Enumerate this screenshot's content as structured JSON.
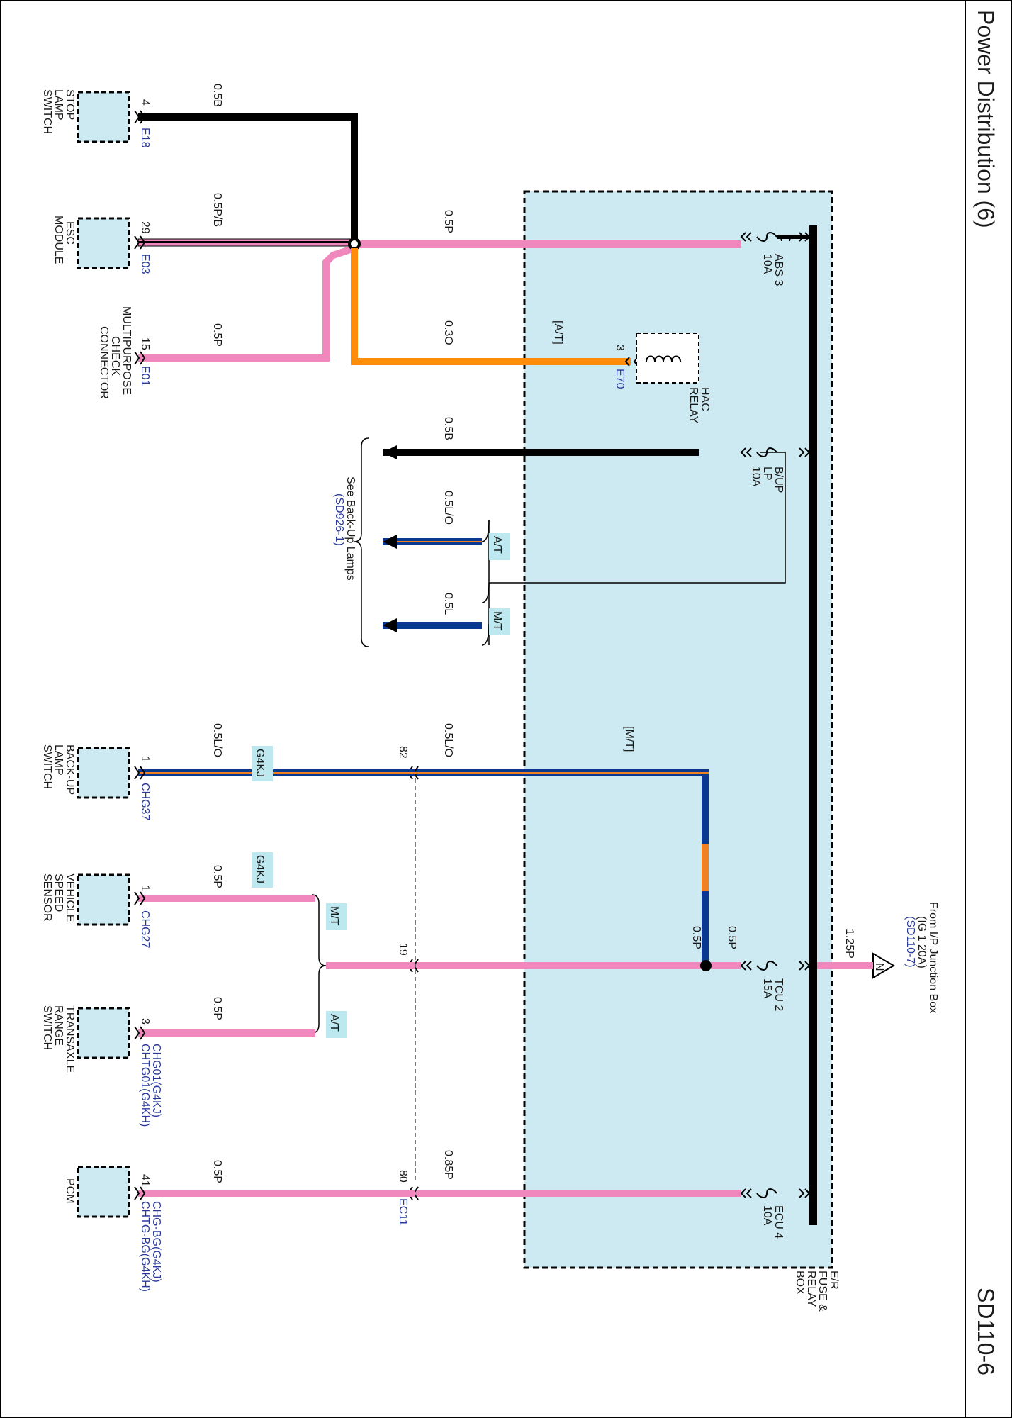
{
  "header": {
    "title": "Power Distribution (6)",
    "page_code": "SD110-6"
  },
  "fuse_box": {
    "label_lines": [
      "E/R",
      "FUSE &",
      "RELAY",
      "BOX"
    ],
    "fuses": [
      {
        "id": "abs3",
        "name": "ABS 3",
        "rating": "10A"
      },
      {
        "id": "bup",
        "name_lines": [
          "B/UP",
          "LP"
        ],
        "rating": "10A"
      },
      {
        "id": "tcu2",
        "name": "TCU 2",
        "rating": "15A"
      },
      {
        "id": "ecu4",
        "name": "ECU 4",
        "rating": "10A"
      }
    ],
    "hac_relay": {
      "name_lines": [
        "HAC",
        "RELAY"
      ],
      "pin": "3",
      "connector": "E70"
    }
  },
  "source": {
    "triangle_letter": "N",
    "lines": [
      "From I/P Junction Box",
      "(IG 1 20A)",
      "(SD110-7)"
    ],
    "wire": "1.25P"
  },
  "components": [
    {
      "id": "stop-lamp-switch",
      "name_lines": [
        "STOP",
        "LAMP",
        "SWITCH"
      ],
      "pin": "4",
      "connectors": [
        "E18"
      ],
      "wire": "0.5B"
    },
    {
      "id": "esc-module",
      "name_lines": [
        "ESC",
        "MODULE"
      ],
      "pin": "29",
      "connectors": [
        "E03"
      ],
      "wire": "0.5P/B"
    },
    {
      "id": "multipurpose-check-connector",
      "name_lines": [
        "MULTIPURPOSE",
        "CHECK",
        "CONNECTOR"
      ],
      "pin": "15",
      "connectors": [
        "E01"
      ],
      "wire": "0.5P"
    },
    {
      "id": "backup-lamp-switch",
      "name_lines": [
        "BACK-UP",
        "LAMP",
        "SWITCH"
      ],
      "pin": "1",
      "connectors": [
        "CHG37"
      ],
      "wire": "0.5L/O"
    },
    {
      "id": "vehicle-speed-sensor",
      "name_lines": [
        "VEHICLE",
        "SPEED",
        "SENSOR"
      ],
      "pin": "1",
      "connectors": [
        "CHG27"
      ],
      "wire": "0.5P"
    },
    {
      "id": "transaxle-range-switch",
      "name_lines": [
        "TRANSAXLE",
        "RANGE",
        "SWITCH"
      ],
      "pin": "3",
      "connectors": [
        "CHG01(G4KJ)",
        "CHTG01(G4KH)"
      ],
      "wire": "0.5P"
    },
    {
      "id": "pcm",
      "name_lines": [
        "PCM"
      ],
      "pin": "41",
      "connectors": [
        "CHG-BG(G4KJ)",
        "CHTG-BG(G4KH)"
      ],
      "wire": "0.5P"
    }
  ],
  "wires": {
    "abs_main": "0.5P",
    "hac": "0.3O",
    "bup": "0.5B",
    "at_lamp": "0.5L/O",
    "mt_lamp": "0.5L",
    "backup_fuse_side": "0.5L/O",
    "tcu_out_a": "0.5P",
    "tcu_out_b": "0.5P",
    "ecu_out": "0.85P"
  },
  "options": {
    "at": "A/T",
    "mt": "M/T",
    "at_bracket": "[A/T]",
    "mt_bracket": "[M/T]",
    "engine": "G4KJ"
  },
  "inline_connector": {
    "name": "EC11",
    "pins": {
      "backup": "82",
      "tcu": "19",
      "ecu": "80"
    }
  },
  "reference": {
    "lines": [
      "See Back-Up Lamps",
      "(SD926-1)"
    ]
  },
  "colors": {
    "pink": "#f088be",
    "orange": "#ff8c0a",
    "black": "#000000",
    "navy": "#0a3890",
    "box_fill": "#cdeaf2",
    "label_blue": "#2a3a9a"
  }
}
